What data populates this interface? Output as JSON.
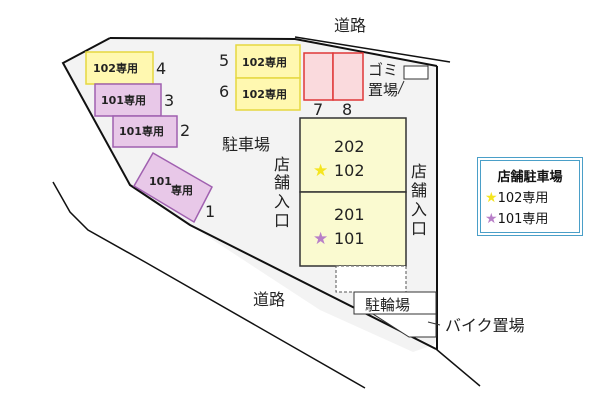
{
  "map": {
    "road_top_label": "道路",
    "road_bottom_label": "道路",
    "parking_label": "駐車場",
    "garbage_label_line1": "ゴミ",
    "garbage_label_line2": "置場",
    "bicycle_parking_label": "駐輪場",
    "motorbike_parking_label": "バイク置場",
    "store_entrance_left": [
      "店",
      "舗",
      "入",
      "口"
    ],
    "store_entrance_right": [
      "店",
      "舗",
      "入",
      "口"
    ],
    "spaces": [
      {
        "number": "1",
        "label": "101専用",
        "label_main": "101",
        "label_suffix": "専用",
        "type": "101",
        "color": "#e8c8e8"
      },
      {
        "number": "2",
        "label": "101専用",
        "type": "101",
        "color": "#e8c8e8"
      },
      {
        "number": "3",
        "label": "101専用",
        "type": "101",
        "color": "#e8c8e8"
      },
      {
        "number": "4",
        "label": "102専用",
        "type": "102",
        "color": "#fff8b0"
      },
      {
        "number": "5",
        "label": "102専用",
        "type": "102",
        "color": "#fff8b0"
      },
      {
        "number": "6",
        "label": "102専用",
        "type": "102",
        "color": "#fff8b0"
      },
      {
        "number": "7",
        "label": "",
        "type": "general",
        "color": "#fadadd"
      },
      {
        "number": "8",
        "label": "",
        "type": "general",
        "color": "#fadadd"
      }
    ],
    "building": {
      "upper_unit": {
        "room_upper": "202",
        "room_lower": "102",
        "star_color": "#f5e51e"
      },
      "lower_unit": {
        "room_upper": "201",
        "room_lower": "101",
        "star_color": "#b87fc8"
      },
      "fill": "#fafad0"
    }
  },
  "legend": {
    "title": "店舗駐車場",
    "items": [
      {
        "star": "★",
        "label": "102専用",
        "color": "#f5e51e"
      },
      {
        "star": "★",
        "label": "101専用",
        "color": "#b87fc8"
      }
    ],
    "border_color": "#4a9fc8"
  }
}
